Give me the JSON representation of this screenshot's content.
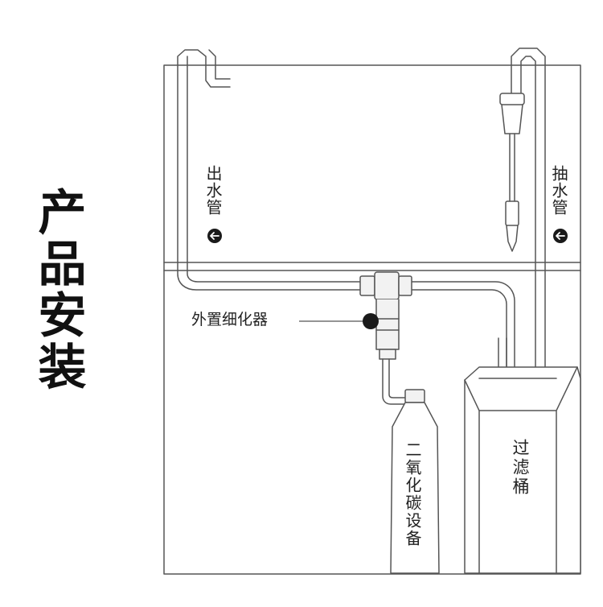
{
  "title": "产品安装",
  "labels": {
    "outlet_pipe": "出水管",
    "intake_pipe": "抽水管",
    "external_diffuser": "外置细化器",
    "co2_equipment": "二氧化碳设备",
    "filter_canister": "过滤桶"
  },
  "icons": {
    "outlet_arrow": "arrow-left-icon",
    "intake_arrow": "arrow-left-icon"
  },
  "colors": {
    "line": "#555555",
    "pipe_fill": "#f2f2f2",
    "marker": "#1a1a1a",
    "text": "#222222"
  }
}
